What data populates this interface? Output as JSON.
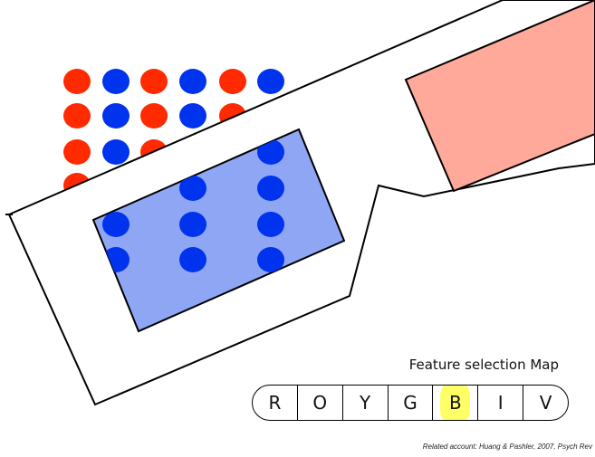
{
  "map": {
    "title": "Feature selection Map",
    "letters": [
      "R",
      "O",
      "Y",
      "G",
      "B",
      "I",
      "V"
    ],
    "selected_index": 4,
    "highlight_color": "#ffff66"
  },
  "colors": {
    "red_dot": "#ff2a00",
    "blue_dot": "#0033ee",
    "blue_lens": "#8fa6f5",
    "pink_lens": "#ffa99a"
  },
  "citation": "Related account: Huang & Pashler, 2007, Psych Rev"
}
